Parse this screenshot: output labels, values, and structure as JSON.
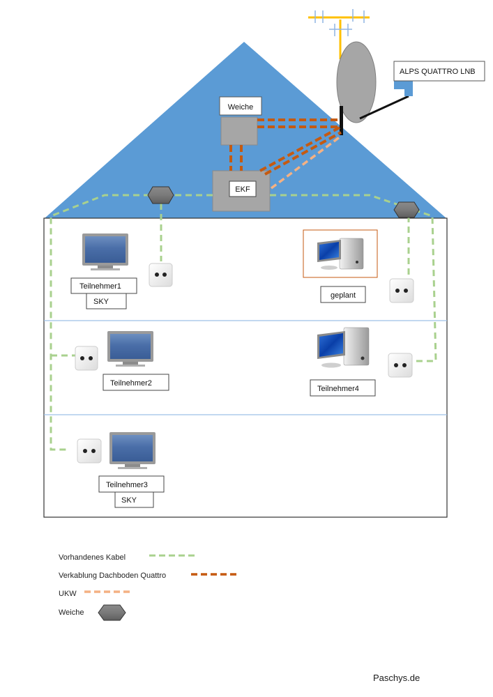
{
  "title": "Hausverkabelung SAT / UKW",
  "colors": {
    "roof": "#5b9bd5",
    "existing_cable": "#a9d18e",
    "attic_quattro": "#c55a11",
    "ukw": "#f4b183",
    "antenna": "#ffc000",
    "antenna_elements": "#8fb4e3",
    "dish": "#a6a6a6",
    "device_box": "#a6a6a6",
    "floor_line": "#5b9bd5",
    "planned_frame": "#c55a11"
  },
  "roof": {
    "lnb_label": "ALPS QUATTRO LNB",
    "weiche_label": "Weiche",
    "ekf_label": "EKF"
  },
  "floors": [
    {
      "devices": [
        {
          "type": "tv",
          "label": "Teilnehmer1",
          "sublabel": "SKY"
        },
        {
          "type": "pc",
          "label": "geplant",
          "planned": true
        }
      ]
    },
    {
      "devices": [
        {
          "type": "tv",
          "label": "Teilnehmer2"
        },
        {
          "type": "pc",
          "label": "Teilnehmer4"
        }
      ]
    },
    {
      "devices": [
        {
          "type": "tv",
          "label": "Teilnehmer3",
          "sublabel": "SKY"
        }
      ]
    }
  ],
  "legend": [
    {
      "label": "Vorhandenes Kabel",
      "symbol": "existing-cable-line"
    },
    {
      "label": "Verkablung Dachboden Quattro",
      "symbol": "attic-quattro-line"
    },
    {
      "label": "UKW",
      "symbol": "ukw-line"
    },
    {
      "label": "Weiche",
      "symbol": "splitter-hexagon"
    }
  ],
  "footer": "Paschys.de"
}
